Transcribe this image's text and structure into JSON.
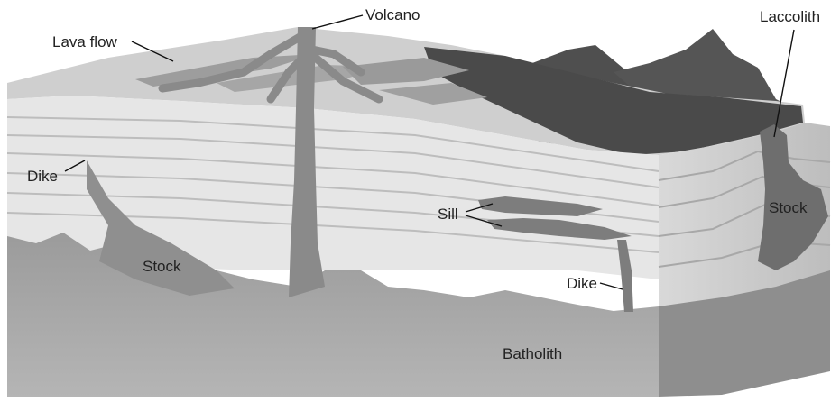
{
  "labels": {
    "volcano": "Volcano",
    "lava_flow": "Lava flow",
    "laccolith": "Laccolith",
    "dike_left": "Dike",
    "stock_left": "Stock",
    "sill": "Sill",
    "stock_right": "Stock",
    "dike_right": "Dike",
    "batholith": "Batholith"
  },
  "colors": {
    "stratum_light": "#e9e9e9",
    "stratum_dark": "#c9c9c9",
    "magma": "#8a8a8a",
    "batholith": "#a3a3a3",
    "mountain": "#5e5e5e",
    "text": "#222222"
  }
}
